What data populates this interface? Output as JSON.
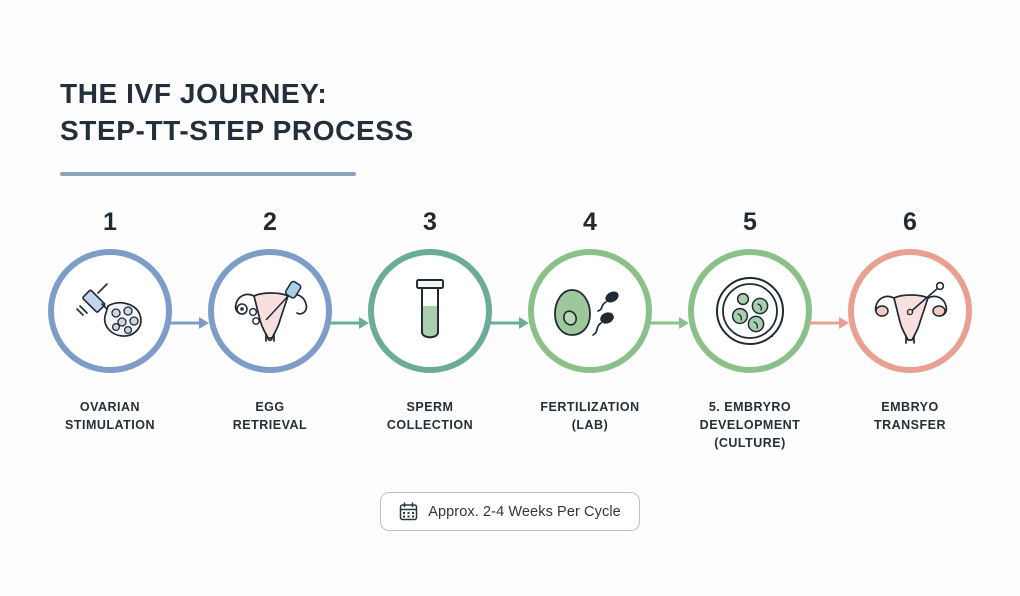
{
  "title": {
    "line1": "THE IVF JOURNEY:",
    "line2": "STEP-TT-STEP PROCESS",
    "rule_color": "#8aa6bf"
  },
  "steps": [
    {
      "number": "1",
      "label": "OVARIAN\nSTIMULATION",
      "icon": "syringe-ovary-icon",
      "ring_color": "#7d9dc8",
      "arrow_color": "#7d9dc8"
    },
    {
      "number": "2",
      "label": "EGG\nRETRIEVAL",
      "icon": "uterus-needle-icon",
      "ring_color": "#7d9dc8",
      "arrow_color": "#6aab9a"
    },
    {
      "number": "3",
      "label": "SPERM\nCOLLECTION",
      "icon": "test-tube-icon",
      "ring_color": "#6aab9a",
      "arrow_color": "#6aab9a"
    },
    {
      "number": "4",
      "label": "FERTILIZATION\n(LAB)",
      "icon": "egg-sperm-icon",
      "ring_color": "#8cc08a",
      "arrow_color": "#8cc08a"
    },
    {
      "number": "5",
      "label": "5. EMBRYRO\nDEVELOPMENT\n(CULTURE)",
      "icon": "petri-dish-embryos-icon",
      "ring_color": "#8cc08a",
      "arrow_color": "#e8a191"
    },
    {
      "number": "6",
      "label": "EMBRYO\nTRANSFER",
      "icon": "uterus-transfer-icon",
      "ring_color": "#e8a191",
      "arrow_color": null
    }
  ],
  "footer": {
    "badge_text": "Approx. 2-4 Weeks Per Cycle",
    "badge_icon": "calendar-icon"
  }
}
